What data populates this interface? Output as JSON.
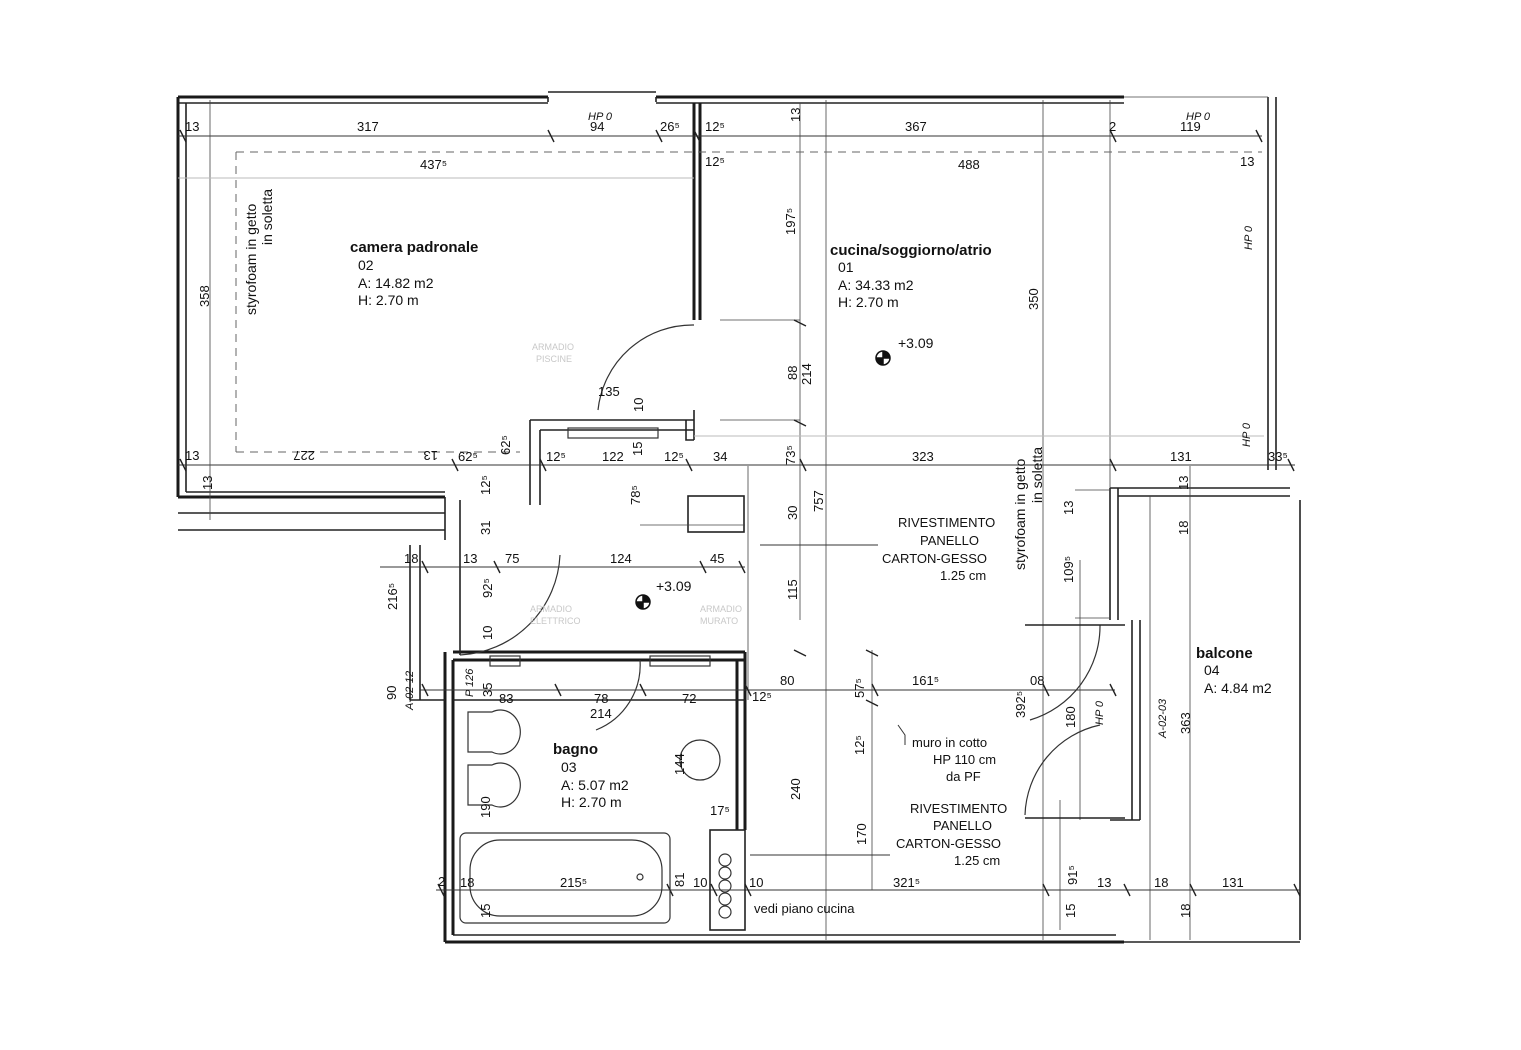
{
  "rooms": {
    "camera": {
      "name": "camera padronale",
      "num": "02",
      "area": "A: 14.82 m2",
      "height": "H: 2.70 m"
    },
    "cucina": {
      "name": "cucina/soggiorno/atrio",
      "num": "01",
      "area": "A: 34.33 m2",
      "height": "H: 2.70 m"
    },
    "bagno": {
      "name": "bagno",
      "num": "03",
      "area": "A: 5.07 m2",
      "height": "H: 2.70 m"
    },
    "balcone": {
      "name": "balcone",
      "num": "04",
      "area": "A: 4.84 m2"
    }
  },
  "notes": {
    "styrofoam_1": "styrofoam in getto",
    "styrofoam_2": "in soletta",
    "riv1": "RIVESTIMENTO",
    "riv2": "PANELLO",
    "riv3": "CARTON-GESSO",
    "riv4": "1.25 cm",
    "muro1": "muro in cotto",
    "muro2": "HP 110 cm",
    "muro3": "da PF",
    "vedi": "vedi piano cucina",
    "level": "+3.09",
    "hp0": "HP 0",
    "ref1": "A-02-03",
    "ref2": "A-02-12",
    "p126": "P 126",
    "ghost1": "ARMADIO",
    "ghost2": "PISCINE",
    "ghost3": "ARMADIO",
    "ghost4": "ELETTRICO",
    "ghost5": "ARMADIO",
    "ghost6": "MURATO"
  },
  "dims": {
    "d13": "13",
    "d317": "317",
    "d94": "94",
    "d265": "26⁵",
    "d125": "12⁵",
    "d367": "367",
    "d2": "2",
    "d119": "119",
    "d4375": "437⁵",
    "d488": "488",
    "d358": "358",
    "d1975": "197⁵",
    "d350": "350",
    "d135": "135",
    "d10": "10",
    "d88": "88",
    "d214": "214",
    "d227": "227",
    "d625": "62⁵",
    "d122": "122",
    "d15": "15",
    "d34": "34",
    "d735": "73⁵",
    "d323": "323",
    "d131": "131",
    "d335": "33⁵",
    "d785": "78⁵",
    "d30": "30",
    "d757": "757",
    "d31": "31",
    "d18": "18",
    "d75": "75",
    "d124": "124",
    "d45": "45",
    "d2165": "216⁵",
    "d925": "92⁵",
    "d115": "115",
    "d1095": "109⁵",
    "d80": "80",
    "d575": "57⁵",
    "d1615": "161⁵",
    "d3925": "392⁵",
    "d08": "08",
    "d90": "90",
    "d35": "35",
    "d83": "83",
    "d78": "78",
    "d72": "72",
    "d180": "180",
    "d363": "363",
    "d144": "144",
    "d240": "240",
    "d190": "190",
    "d175": "17⁵",
    "d170": "170",
    "d915": "91⁵",
    "d2155": "215⁵",
    "d81": "81",
    "d3215": "321⁵"
  }
}
